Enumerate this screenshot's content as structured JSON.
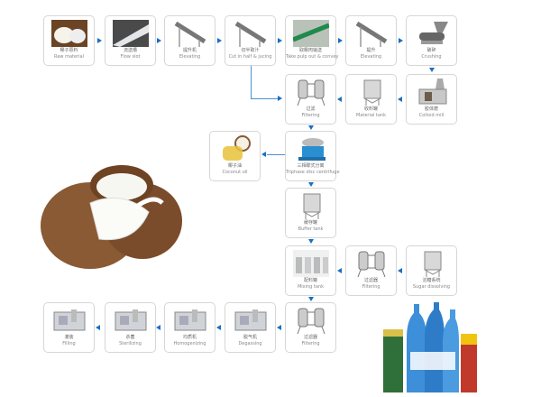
{
  "steps": [
    {
      "cn": "椰子原料",
      "en": "Raw material",
      "icon": "coconut"
    },
    {
      "cn": "流送槽",
      "en": "Flow slot",
      "icon": "flume"
    },
    {
      "cn": "提升机",
      "en": "Elevating",
      "icon": "conveyor"
    },
    {
      "cn": "切半取汁",
      "en": "Cut in half & jucing",
      "icon": "conveyor"
    },
    {
      "cn": "取椰肉输送",
      "en": "Take pulp out & convey",
      "icon": "belt"
    },
    {
      "cn": "提升",
      "en": "Elevating",
      "icon": "conveyor"
    },
    {
      "cn": "破碎",
      "en": "Crushing",
      "icon": "crusher"
    },
    {
      "cn": "胶体磨",
      "en": "Colloid mill",
      "icon": "mill"
    },
    {
      "cn": "收料罐",
      "en": "Material tank",
      "icon": "tank"
    },
    {
      "cn": "过滤",
      "en": "Filtering",
      "icon": "filter"
    },
    {
      "cn": "三相碟式分离",
      "en": "Triphase disc centrifuge",
      "icon": "centrifuge"
    },
    {
      "cn": "椰子油",
      "en": "Coconut oil",
      "icon": "oil"
    },
    {
      "cn": "缓存罐",
      "en": "Buffer tank",
      "icon": "tank"
    },
    {
      "cn": "溶糖系统",
      "en": "Sugar dissolving",
      "icon": "tank"
    },
    {
      "cn": "过滤器",
      "en": "Filtering",
      "icon": "filter"
    },
    {
      "cn": "配料罐",
      "en": "Mixing tank",
      "icon": "tanks"
    },
    {
      "cn": "过滤器",
      "en": "Filtering",
      "icon": "filter"
    },
    {
      "cn": "脱气机",
      "en": "Degassing",
      "icon": "machine"
    },
    {
      "cn": "均质机",
      "en": "Homogenizing",
      "icon": "machine"
    },
    {
      "cn": "杀菌",
      "en": "Sterilizing",
      "icon": "machine"
    },
    {
      "cn": "灌装",
      "en": "Filling",
      "icon": "machine"
    }
  ],
  "colors": {
    "arrow": "#1a6fc2",
    "border": "#d6d6d6"
  }
}
